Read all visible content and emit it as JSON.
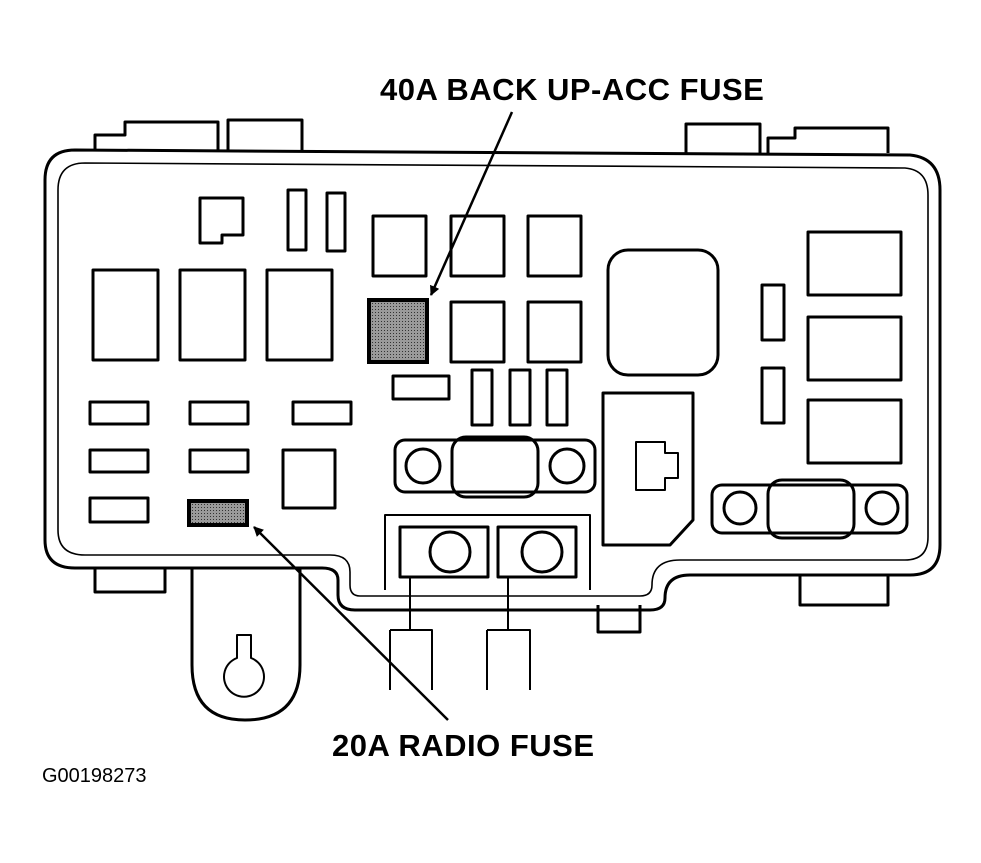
{
  "labels": {
    "top_callout": "40A BACK UP-ACC FUSE",
    "bottom_callout": "20A RADIO FUSE",
    "figure_id": "G00198273"
  },
  "colors": {
    "line": "#000000",
    "highlight_fill": "#8a8a8a",
    "background": "#ffffff"
  }
}
